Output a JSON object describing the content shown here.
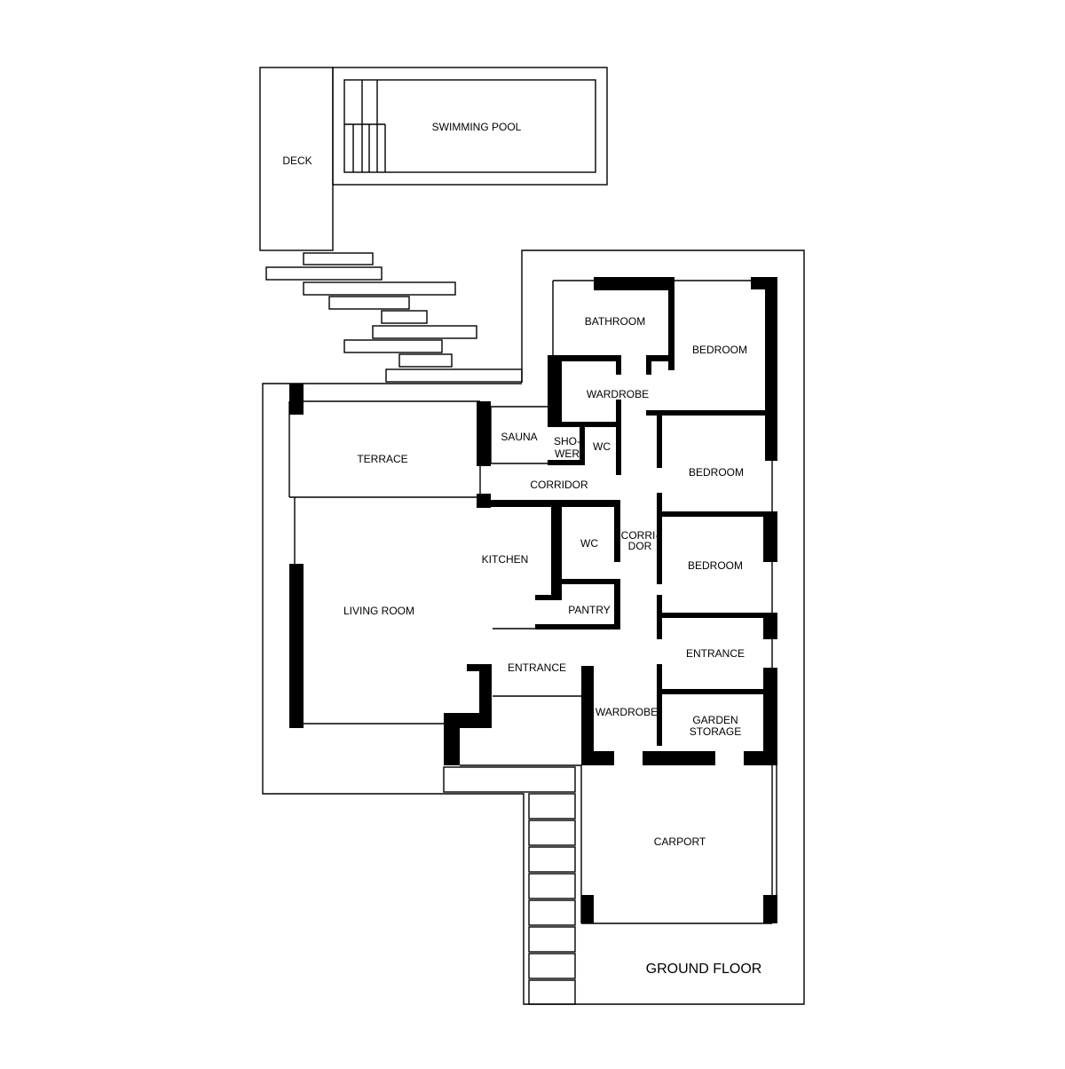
{
  "rooms": {
    "deck": "DECK",
    "swimming_pool": "SWIMMING POOL",
    "bathroom": "BATHROOM",
    "bedroom_1": "BEDROOM",
    "wardrobe_1": "WARDROBE",
    "sauna": "SAUNA",
    "shower_1": "SHO-",
    "shower_2": "WER",
    "wc_1": "WC",
    "terrace": "TERRACE",
    "corridor_1": "CORRIDOR",
    "bedroom_2": "BEDROOM",
    "wc_2": "WC",
    "corridor_2a": "CORRI-",
    "corridor_2b": "DOR",
    "kitchen": "KITCHEN",
    "bedroom_3": "BEDROOM",
    "pantry": "PANTRY",
    "living_room": "LIVING ROOM",
    "entrance_1": "ENTRANCE",
    "entrance_2": "ENTRANCE",
    "wardrobe_2": "WARDROBE",
    "garden_storage_1": "GARDEN",
    "garden_storage_2": "STORAGE",
    "carport": "CARPORT"
  },
  "title": "GROUND FLOOR"
}
